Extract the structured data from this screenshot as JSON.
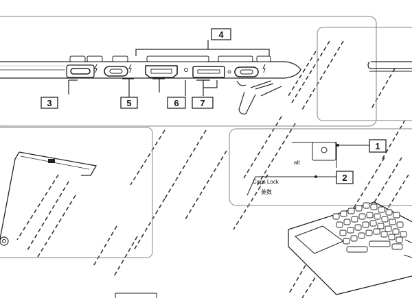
{
  "callouts": {
    "c1": "1",
    "c2": "2",
    "c3": "3",
    "c4": "4",
    "c5": "5",
    "c6": "6",
    "c7": "7"
  },
  "keyboard_labels": {
    "alt_label": "alt",
    "capslock_label": "Caps Lock",
    "chinese_label": "英数"
  },
  "colors": {
    "line": "#222222",
    "frame": "#9a9a9a",
    "hatch": "#333333"
  }
}
